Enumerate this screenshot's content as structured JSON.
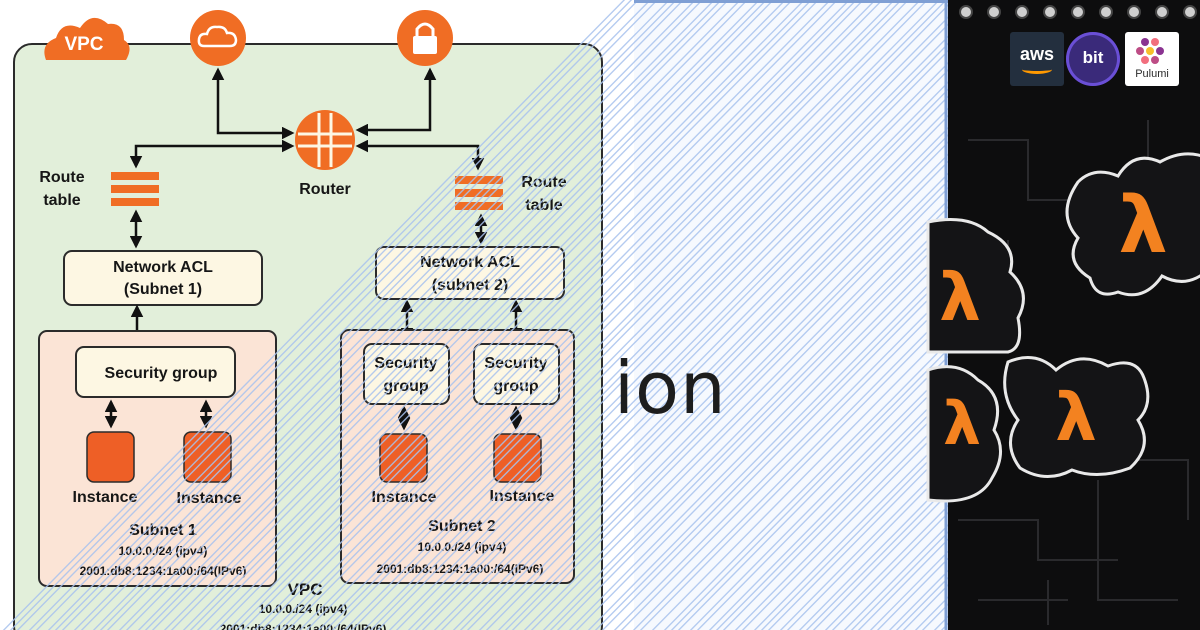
{
  "diagram": {
    "vpc_tag": "VPC",
    "router_label": "Router",
    "route_table_left": [
      "Route",
      "table"
    ],
    "route_table_right": [
      "Route",
      "table"
    ],
    "acl_left": [
      "Network ACL",
      "(Subnet 1)"
    ],
    "acl_right": [
      "Network ACL",
      "(subnet 2)"
    ],
    "sg_left": "Security group",
    "sg_right_a": [
      "Security",
      "group"
    ],
    "sg_right_b": [
      "Security",
      "group"
    ],
    "instance_label": "Instance",
    "subnet1": {
      "title": "Subnet 1",
      "ipv4": "10.0.0./24 (ipv4)",
      "ipv6": "2001:db8:1234:1a00:/64(IPv6)"
    },
    "subnet2": {
      "title": "Subnet 2",
      "ipv4": "10.0.0./24 (ipv4)",
      "ipv6": "2001:db8:1234:1a00:/64(IPv6)"
    },
    "vpc_footer": {
      "title": "VPC",
      "ipv4": "10.0.0./24 (ipv4)",
      "ipv6": "2001:db8:1234:1a00:/64(IPv6)"
    },
    "colors": {
      "vpc_fill": "#e2efda",
      "subnet_fill": "#fbe4d6",
      "box_fill": "#fdf7e3",
      "orange": "#f06d24",
      "instance": "#ee5f26"
    }
  },
  "middle": {
    "title_fragment": "ion"
  },
  "right": {
    "logos": [
      {
        "name": "aws",
        "text": "aws"
      },
      {
        "name": "bit",
        "text": "bit"
      },
      {
        "name": "pulumi",
        "text": "Pulumi"
      }
    ],
    "puzzle_glyph": "λ",
    "colors": {
      "accent": "#f38220"
    }
  }
}
